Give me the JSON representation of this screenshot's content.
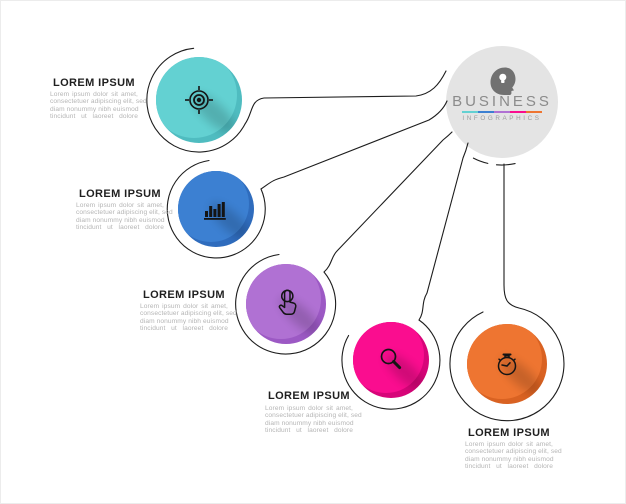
{
  "hub": {
    "title": "BUSINESS",
    "subtitle": "INFOGRAPHICS",
    "icon": "head-lightbulb-icon",
    "bg_color": "#e4e4e4",
    "title_color": "#8b8b8b",
    "subtitle_color": "#9c9c9c",
    "head_color": "#717171"
  },
  "items": [
    {
      "heading": "LOREM IPSUM",
      "icon": "target-icon",
      "color": "#63d1d2",
      "shade": "#4fbcc0",
      "body_lines": [
        "Lorem ipsum dolor sit amet,",
        "consectetuer adipiscing elit, sed",
        "diam nonummy nibh euismod",
        "tincidunt ut laoreet dolore"
      ]
    },
    {
      "heading": "LOREM IPSUM",
      "icon": "bar-chart-icon",
      "color": "#3c80d2",
      "shade": "#2f6cbd",
      "body_lines": [
        "Lorem ipsum dolor sit amet,",
        "consectetuer adipiscing elit, sed",
        "diam nonummy nibh euismod",
        "tincidunt ut laoreet dolore"
      ]
    },
    {
      "heading": "LOREM IPSUM",
      "icon": "tap-click-icon",
      "color": "#b071d3",
      "shade": "#9c59c4",
      "body_lines": [
        "Lorem ipsum dolor sit amet,",
        "consectetuer adipiscing elit, sed",
        "diam nonummy nibh euismod",
        "tincidunt ut laoreet dolore"
      ]
    },
    {
      "heading": "LOREM IPSUM",
      "icon": "magnifier-icon",
      "color": "#fa0d8f",
      "shade": "#d70579",
      "body_lines": [
        "Lorem ipsum dolor sit amet,",
        "consectetuer adipiscing elit, sed",
        "diam nonummy nibh euismod",
        "tincidunt ut laoreet dolore"
      ]
    },
    {
      "heading": "LOREM IPSUM",
      "icon": "stopwatch-icon",
      "color": "#ee7531",
      "shade": "#d96222",
      "body_lines": [
        "Lorem ipsum dolor sit amet,",
        "consectetuer adipiscing elit, sed",
        "diam nonummy nibh euismod",
        "tincidunt ut laoreet dolore"
      ]
    }
  ],
  "styles": {
    "line_color": "#1d1d1d",
    "icon_color": "#141414",
    "heading_color": "#1f1f1f",
    "body_color": "#b5b5b5",
    "background": "#ffffff"
  }
}
